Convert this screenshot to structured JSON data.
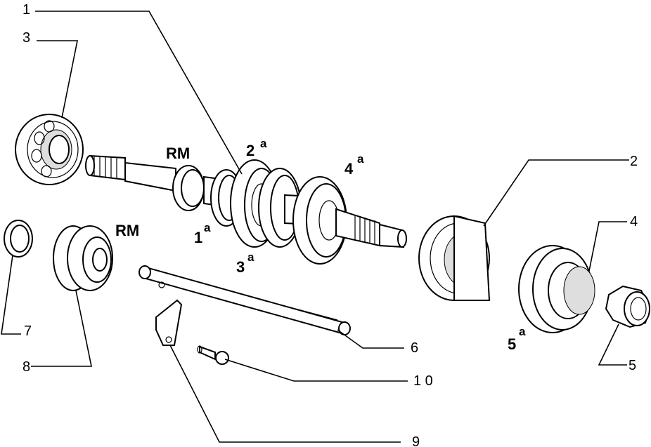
{
  "callouts": {
    "c1": "1",
    "c2": "2",
    "c3": "3",
    "c4": "4",
    "c5": "5",
    "c6": "6",
    "c7": "7",
    "c8": "8",
    "c9": "9",
    "c10": "1 0"
  },
  "gear_labels": {
    "rm_shaft": "RM",
    "rm_gear": "RM",
    "g1": "1",
    "g2": "2",
    "g3": "3",
    "g4": "4",
    "g5": "5",
    "sup": "a"
  }
}
